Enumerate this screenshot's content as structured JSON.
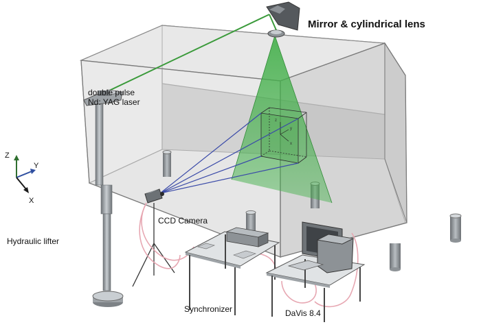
{
  "labels": {
    "mirror": "Mirror & cylindrical lens",
    "laser_line1": "double pulse",
    "laser_line2": "Nd: YAG laser",
    "ccd": "CCD Camera",
    "hydraulic": "Hydraulic lifter",
    "synchronizer": "Synchronizer",
    "davis": "DaVis 8.4"
  },
  "axes": {
    "z": "Z",
    "y": "Y",
    "x": "X"
  },
  "roi_axes": {
    "z": "z",
    "y": "y",
    "x": "x"
  },
  "colors": {
    "laser_beam": "#3a9a3a",
    "light_sheet": "#43b04a",
    "camera_rays": "#3a4aa8",
    "cables": "#e7a7b2",
    "tank_edge": "#7a7a7a",
    "axis_z": "#2f6f2f",
    "axis_y": "#2f4fa0",
    "axis_x": "#1a1a1a"
  }
}
